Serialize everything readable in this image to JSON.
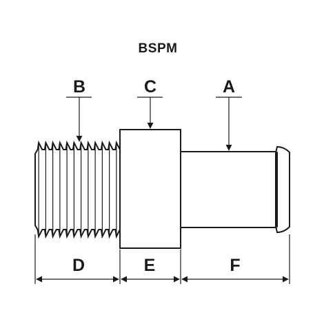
{
  "title": "BSPM",
  "labels": {
    "top": [
      "B",
      "C",
      "A"
    ],
    "bottom": [
      "D",
      "E",
      "F"
    ]
  }
}
